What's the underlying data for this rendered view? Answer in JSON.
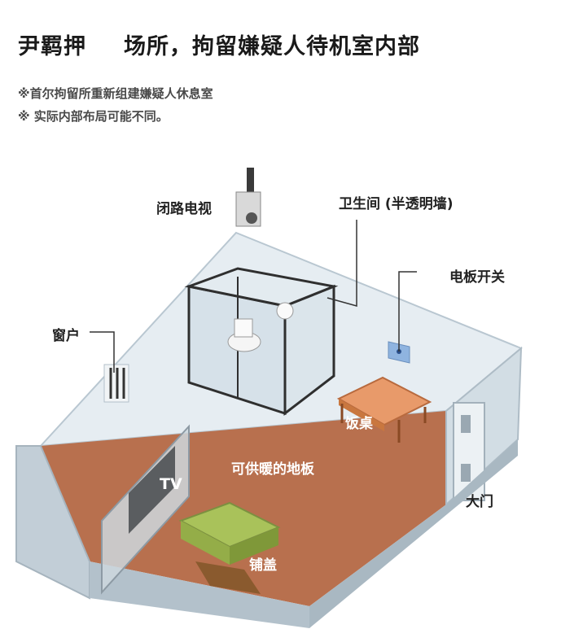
{
  "header": {
    "name": "尹羁押",
    "title": "场所，拘留嫌疑人待机室内部"
  },
  "notes": [
    "※首尔拘留所重新组建嫌疑人休息室",
    "※ 实际内部布局可能不同。"
  ],
  "labels": {
    "cctv": "闭路电视",
    "toilet": "卫生间 (半透明墙)",
    "switch": "电板开关",
    "window": "窗户",
    "table": "饭桌",
    "floor": "可供暖的地板",
    "tv": "TV",
    "door": "大门",
    "bedding": "铺盖"
  },
  "colors": {
    "floor": "#b8704e",
    "wall": "#c9d6df",
    "bedding": "#a9c25a",
    "table": "#e89a6a"
  }
}
